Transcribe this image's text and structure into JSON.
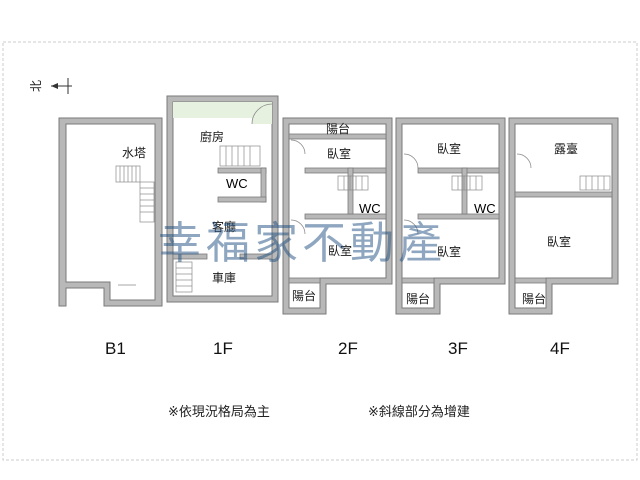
{
  "compass": {
    "label": "北"
  },
  "floors": [
    {
      "id": "B1",
      "label": "B1",
      "rooms": {
        "water_tower": "水塔"
      }
    },
    {
      "id": "1F",
      "label": "1F",
      "rooms": {
        "kitchen": "廚房",
        "wc": "WC",
        "living": "客廳",
        "garage": "車庫"
      }
    },
    {
      "id": "2F",
      "label": "2F",
      "rooms": {
        "balcony_top": "陽台",
        "bedroom_top": "臥室",
        "wc": "WC",
        "bedroom_bottom": "臥室",
        "balcony_bottom": "陽台"
      }
    },
    {
      "id": "3F",
      "label": "3F",
      "rooms": {
        "bedroom_top": "臥室",
        "wc": "WC",
        "bedroom_bottom": "臥室",
        "balcony_bottom": "陽台"
      }
    },
    {
      "id": "4F",
      "label": "4F",
      "rooms": {
        "terrace": "露臺",
        "bedroom": "臥室",
        "balcony_bottom": "陽台"
      }
    }
  ],
  "notes": {
    "left": "※依現況格局為主",
    "right": "※斜線部分為增建"
  },
  "watermark": "幸福家不動產",
  "colors": {
    "wall": "#b8b8b8",
    "watermark": "#1f4f80",
    "border": "#cccccc"
  }
}
